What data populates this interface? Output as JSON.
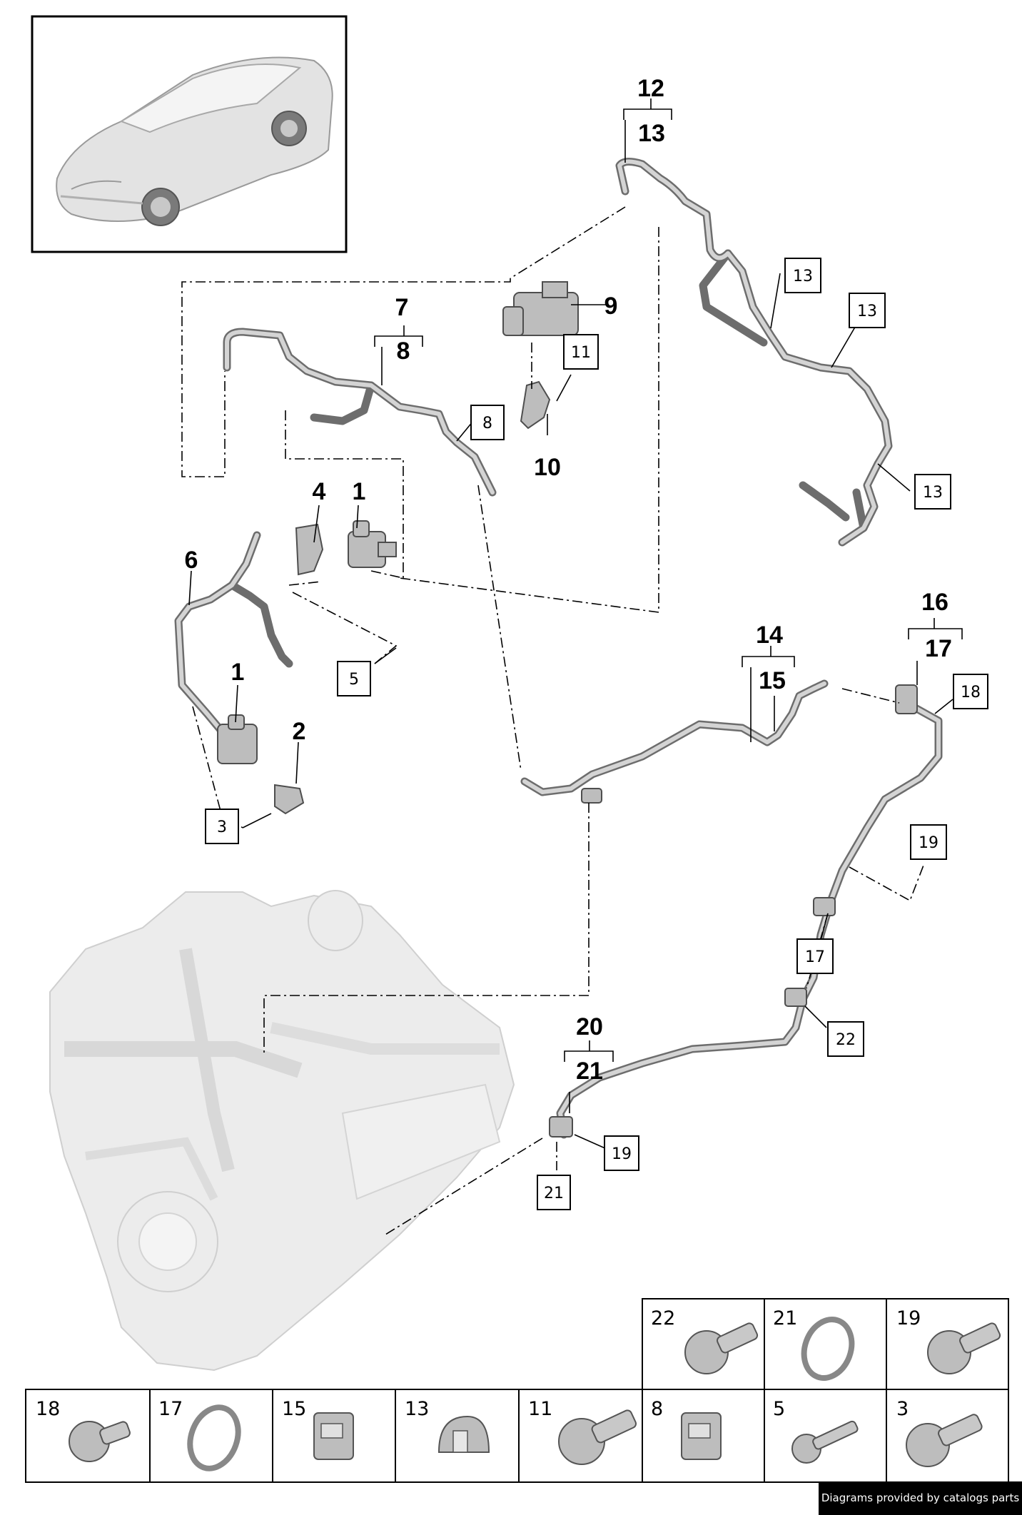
{
  "callouts": {
    "c12": "12",
    "c13a": "13",
    "c7": "7",
    "c8a": "8",
    "c9": "9",
    "c10": "10",
    "c4": "4",
    "c1a": "1",
    "c6": "6",
    "c1b": "1",
    "c2": "2",
    "c14": "14",
    "c15": "15",
    "c16": "16",
    "c17a": "17",
    "c20": "20",
    "c21a": "21"
  },
  "boxed": {
    "b13a": "13",
    "b13b": "13",
    "b13c": "13",
    "b11": "11",
    "b8": "8",
    "b5": "5",
    "b3": "3",
    "b18": "18",
    "b19a": "19",
    "b17": "17",
    "b22": "22",
    "b19b": "19",
    "b21": "21"
  },
  "parts_table": {
    "top_row": [
      "22",
      "21",
      "19"
    ],
    "bottom_row": [
      "18",
      "17",
      "15",
      "13",
      "11",
      "8",
      "5",
      "3"
    ]
  },
  "footer": {
    "credit": "Diagrams provided by catalogs parts"
  }
}
